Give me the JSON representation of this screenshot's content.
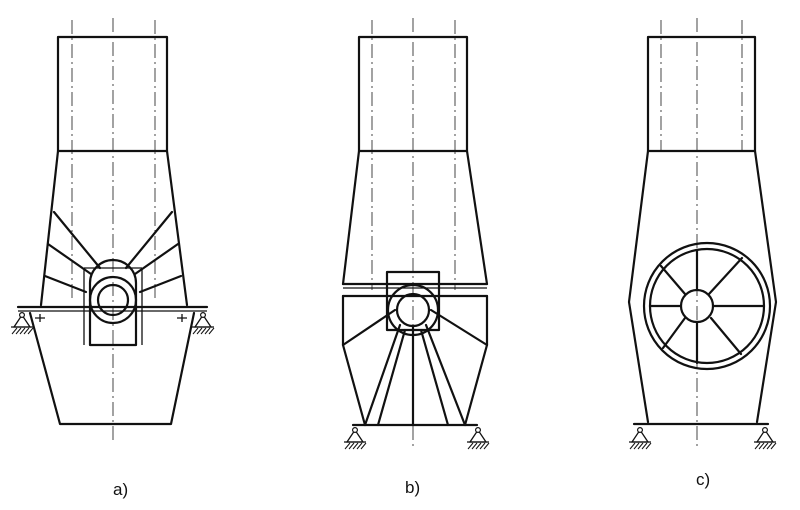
{
  "labels": {
    "a": "a)",
    "b": "b)",
    "c": "c)"
  },
  "colors": {
    "ink": "#111111",
    "paper": "#ffffff"
  }
}
